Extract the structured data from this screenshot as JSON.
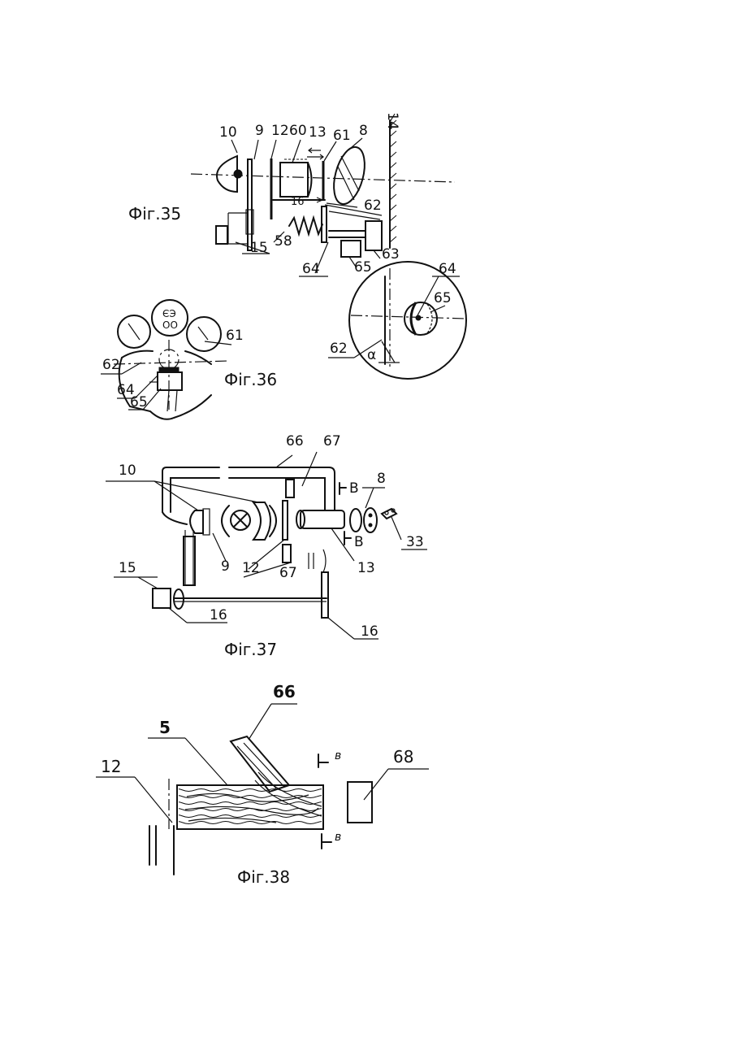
{
  "figures": {
    "fig35": {
      "caption": "Фіг.35",
      "labels": [
        "10",
        "9",
        "12",
        "60",
        "13",
        "61",
        "8",
        "14",
        "16",
        "62",
        "58",
        "63",
        "15",
        "64",
        "65",
        "64",
        "65",
        "62",
        "α"
      ]
    },
    "fig36": {
      "caption": "Фіг.36",
      "labels": [
        "61",
        "62",
        "64",
        "65"
      ]
    },
    "fig37": {
      "caption": "Фіг.37",
      "labels": [
        "66",
        "67",
        "10",
        "8",
        "В",
        "В",
        "33",
        "9",
        "12",
        "13",
        "67",
        "15",
        "16",
        "16"
      ]
    },
    "fig38": {
      "caption": "Фіг.38",
      "labels": [
        "66",
        "5",
        "12",
        "в",
        "68",
        "в"
      ]
    }
  }
}
